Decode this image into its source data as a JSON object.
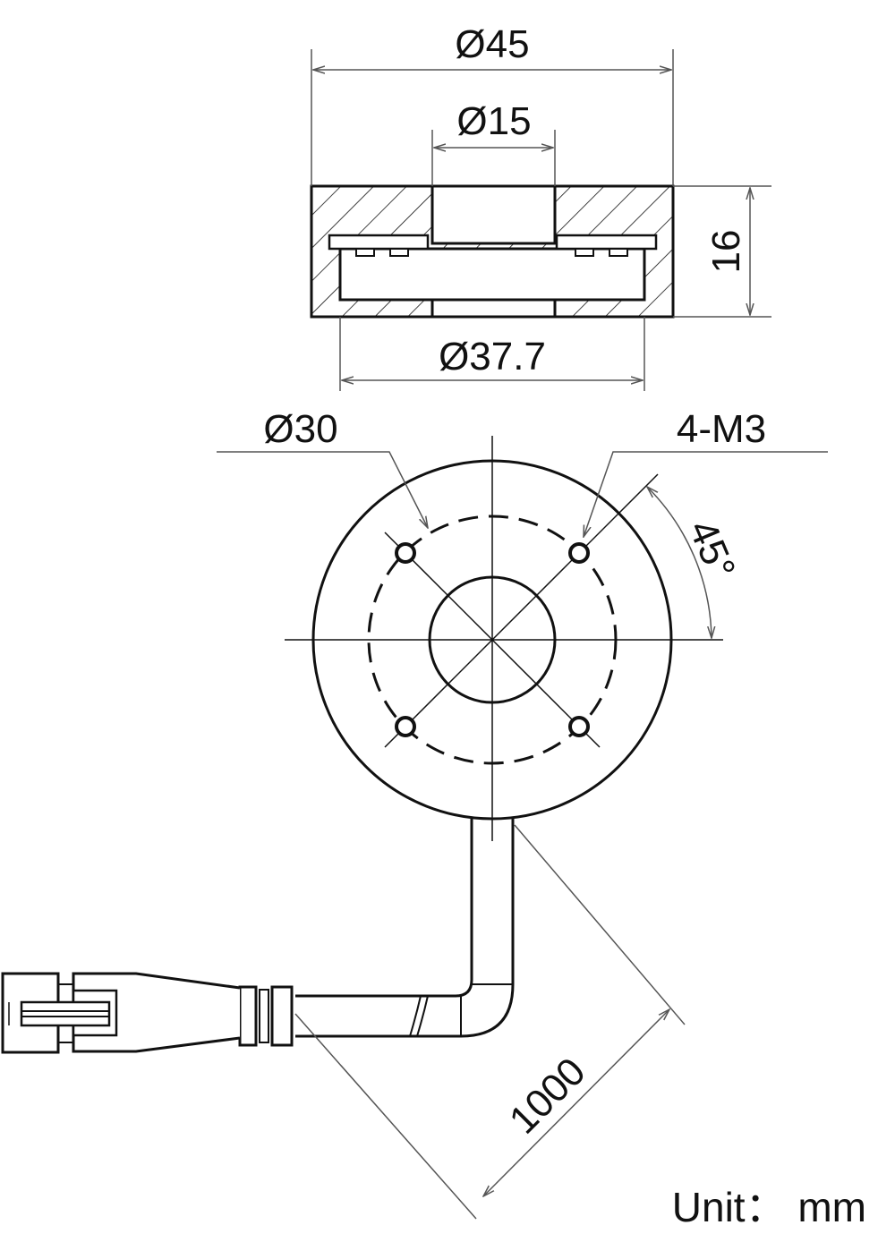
{
  "dimensions": {
    "outer_diameter": "Ø45",
    "hole_diameter": "Ø15",
    "height": "16",
    "inner_diameter": "Ø37.7",
    "bolt_circle": "Ø30",
    "screws": "4-M3",
    "angle": "45°",
    "cable_length": "1000"
  },
  "unit_label": "Unit： mm"
}
